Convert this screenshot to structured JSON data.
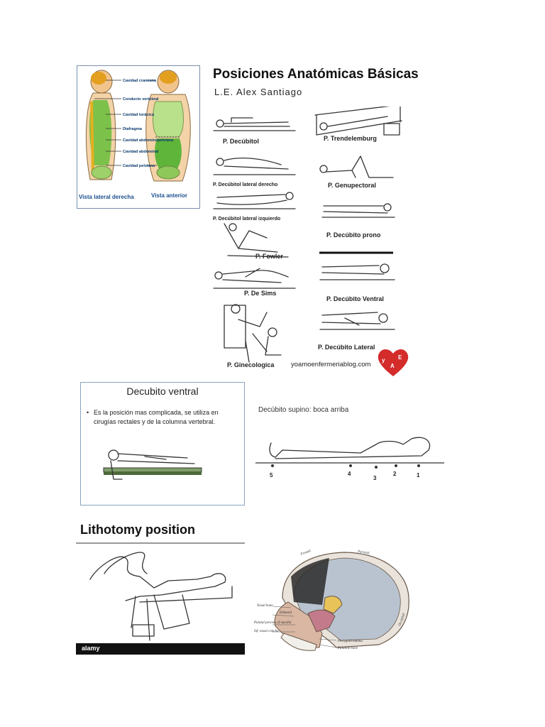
{
  "cavities_panel": {
    "labels": [
      "Cavidad craneana",
      "Conducto vertebral",
      "Cavidad torácica",
      "Diafragma",
      "Cavidad abdominopelviana",
      "Cavidad abdominal",
      "Cavidad pelviana"
    ],
    "caption_left": "Vista lateral derecha",
    "caption_right": "Vista anterior"
  },
  "positions_panel": {
    "title": "Posiciones Anatómicas Básicas",
    "author": "L.E. Alex Santiago",
    "left_labels": [
      "P. Decúbitol",
      "P. Decúbitol lateral derecho",
      "P. Decúbitol lateral izquierdo",
      "P. Fowler",
      "P. De Sims",
      "P. Ginecologica"
    ],
    "right_labels": [
      "P. Trendelemburg",
      "P. Genupectoral",
      "P. Decúbito prono",
      "P. Decúbito Ventral",
      "P. Decúbito Lateral"
    ],
    "website": "yoamoenfermeriablog.com",
    "logo_letters": [
      "y",
      "A",
      "E"
    ]
  },
  "ventral_panel": {
    "title": "Decubito ventral",
    "bullet": "Es la posición mas complicada, se utiliza en cirugías rectales y de la columna vertebral."
  },
  "supine_panel": {
    "caption": "Decúbito supino: boca arriba",
    "markers": [
      "5",
      "4",
      "3",
      "2",
      "1"
    ]
  },
  "lithotomy_panel": {
    "title": "Lithotomy position",
    "watermark": "alamy"
  },
  "skull_panel": {
    "labels": [
      "Frontal",
      "Parietal",
      "Occipital",
      "Nasal bone",
      "Ethmoid",
      "Palatal process of maxilla",
      "Inf. nasal concha",
      "Pterygoid lamina",
      "Palatine bone"
    ]
  },
  "colors": {
    "accent_blue": "#1c4f8f",
    "logo_red": "#d42b2b",
    "panel_border": "#8aa3c2"
  }
}
